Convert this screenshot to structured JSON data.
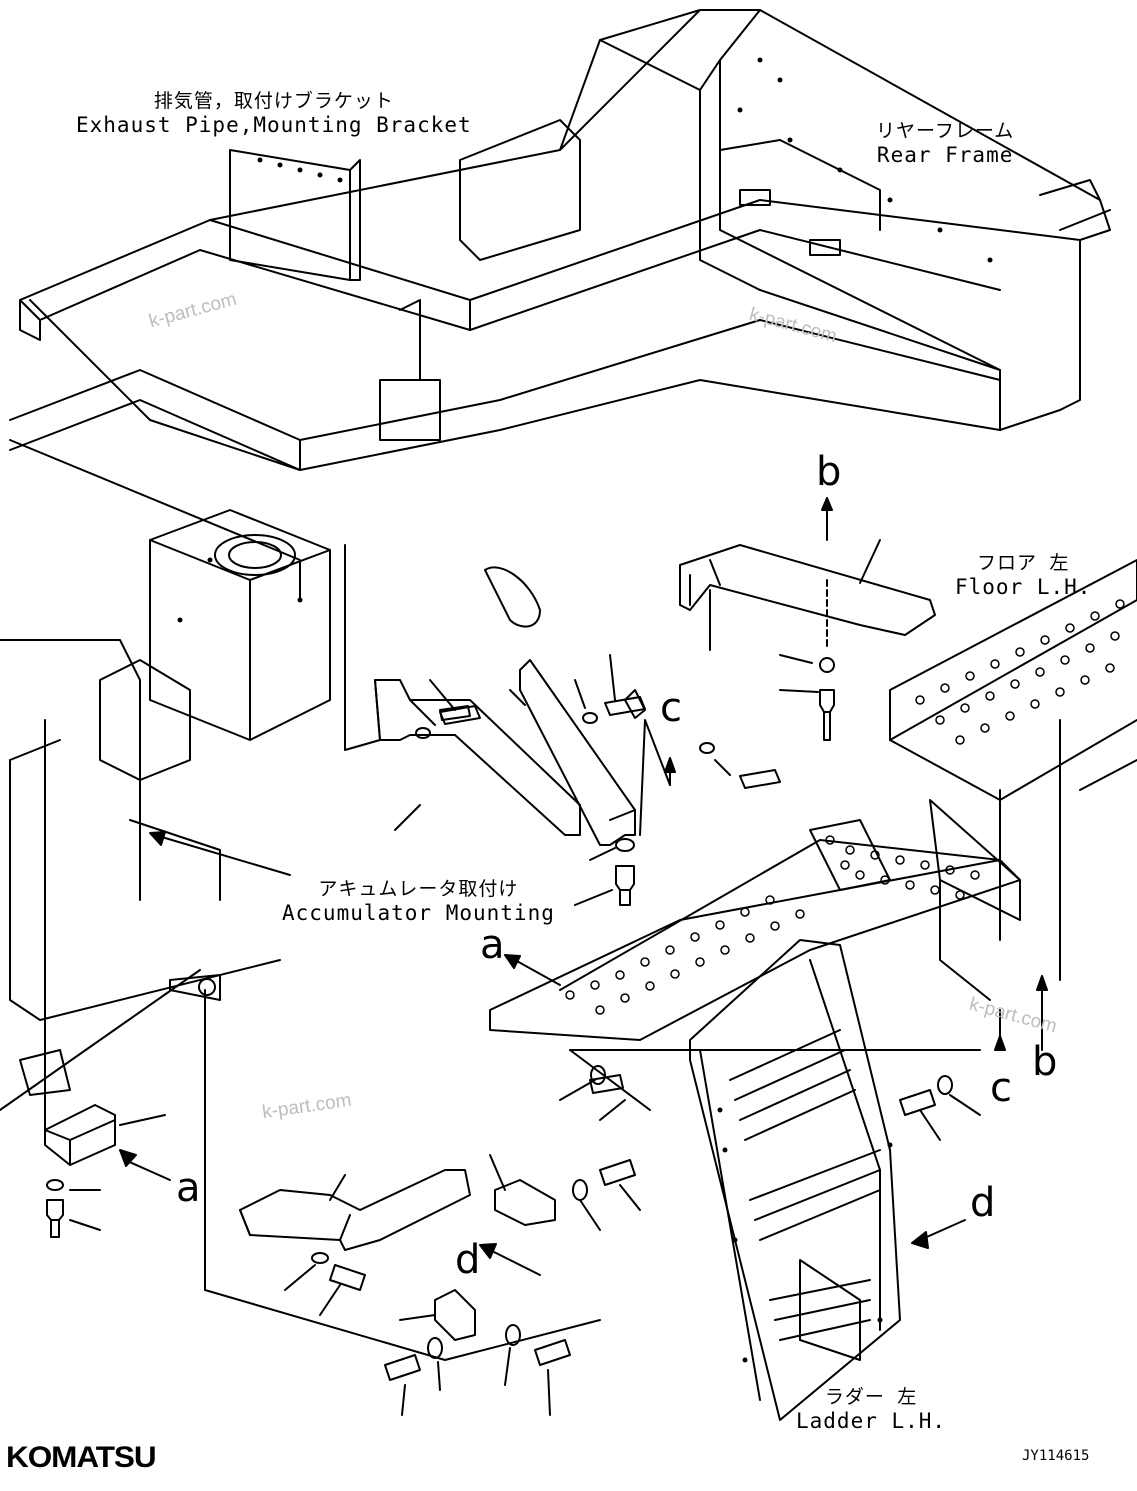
{
  "labels": {
    "exhaust": {
      "jp": "排気管，取付けブラケット",
      "en": "Exhaust Pipe,Mounting Bracket"
    },
    "rear_frame": {
      "jp": "リヤーフレーム",
      "en": "Rear Frame"
    },
    "floor": {
      "jp": "フロア 左",
      "en": "Floor L.H."
    },
    "accumulator": {
      "jp": "アキュムレータ取付け",
      "en": "Accumulator Mounting"
    },
    "ladder": {
      "jp": "ラダー 左",
      "en": "Ladder L.H."
    }
  },
  "callouts": {
    "b_top": "b",
    "c_top": "c",
    "a_left": "a",
    "a_mid": "a",
    "d_mid": "d",
    "d_right": "d",
    "c_bottom": "c",
    "b_bottom": "b"
  },
  "watermark": "k-part.com",
  "logo": "KOMATSU",
  "drawing_code": "JY114615"
}
